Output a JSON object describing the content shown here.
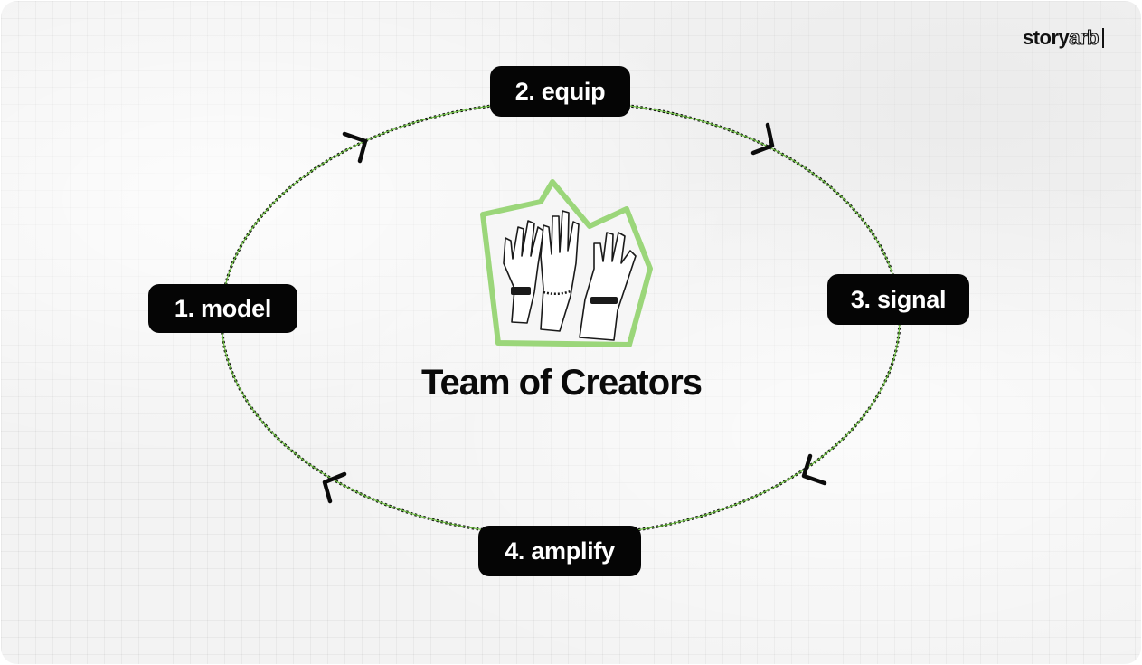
{
  "brand": {
    "part1": "story",
    "part2": "arb"
  },
  "center": {
    "title": "Team of Creators",
    "illustration": "raised-hands-icon"
  },
  "steps": [
    {
      "label": "1. model"
    },
    {
      "label": "2. equip"
    },
    {
      "label": "3. signal"
    },
    {
      "label": "4. amplify"
    }
  ],
  "colors": {
    "cycle_line": "#6cbf3f",
    "frame_green": "#9bd67a",
    "pill_bg": "#050505",
    "pill_text": "#ffffff",
    "text": "#0a0a0a"
  }
}
